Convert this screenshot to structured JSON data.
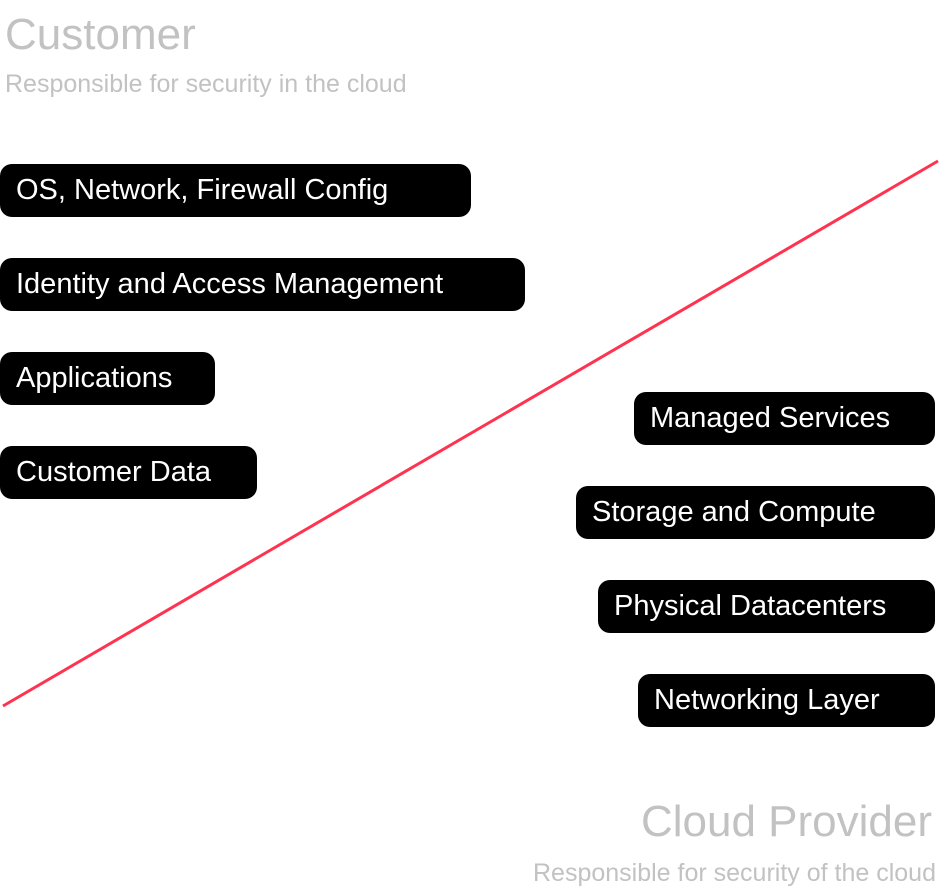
{
  "customer": {
    "title": "Customer",
    "subtitle": "Responsible for security in the cloud",
    "items": [
      "OS, Network, Firewall Config",
      "Identity and Access Management",
      "Applications",
      "Customer Data"
    ]
  },
  "provider": {
    "title": "Cloud Provider",
    "subtitle": "Responsible for security of the cloud",
    "items": [
      "Managed Services",
      "Storage and Compute",
      "Physical Datacenters",
      "Networking Layer"
    ]
  },
  "colors": {
    "divider": "#ff3350",
    "pill": "#000000",
    "muted": "#c2c2c2"
  }
}
